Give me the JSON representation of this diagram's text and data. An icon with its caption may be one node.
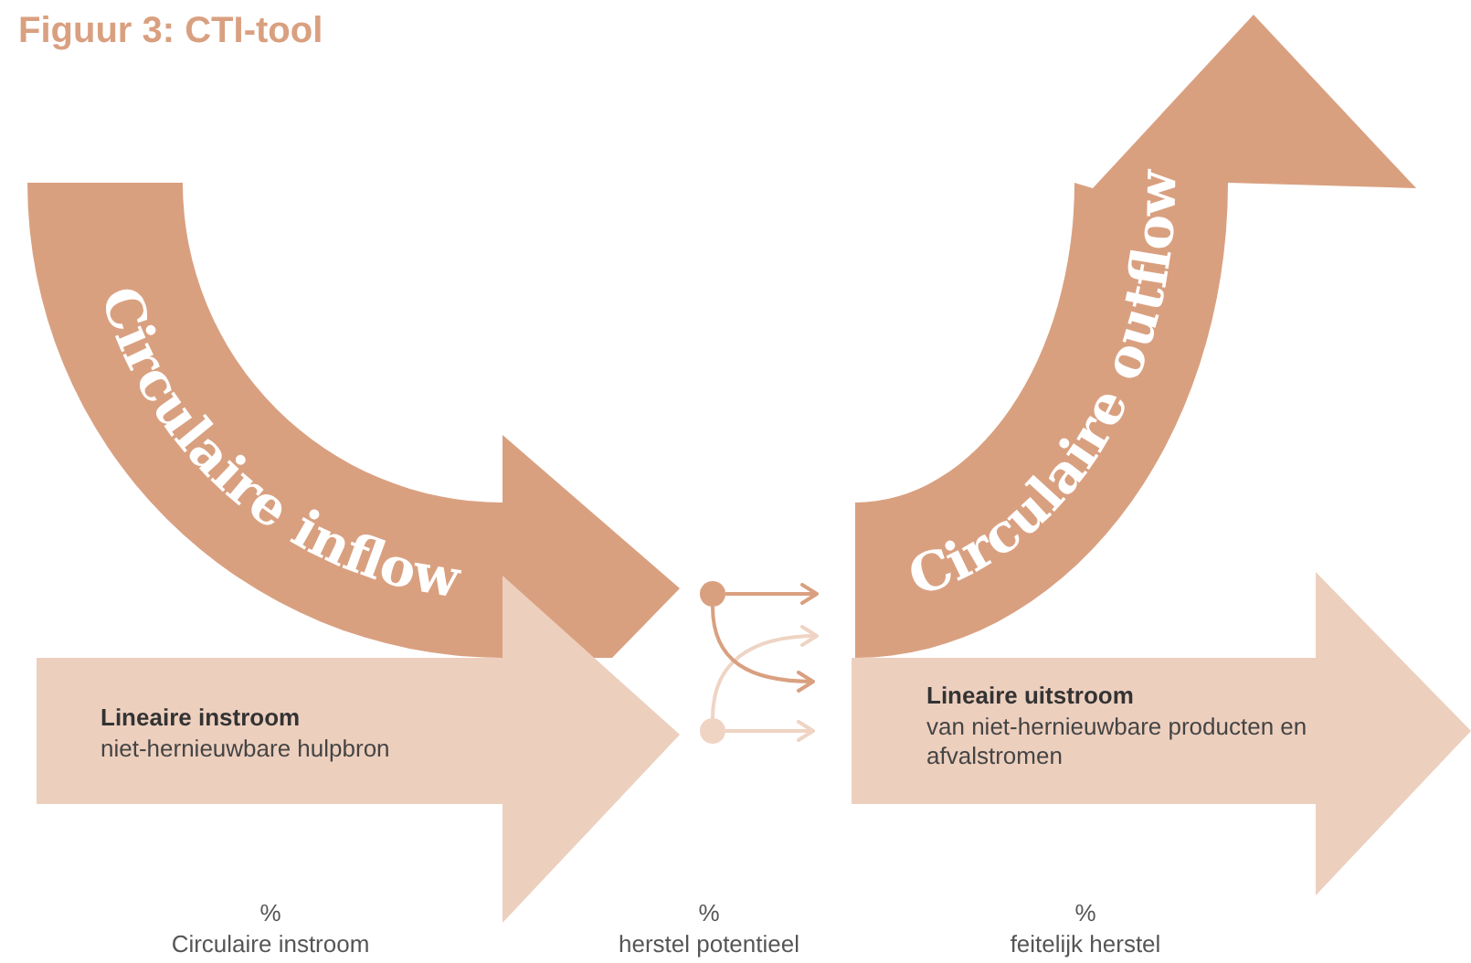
{
  "diagram": {
    "title": "Figuur 3: CTI-tool",
    "nodes": [
      {
        "text": [
          "Circulaire inflow"
        ]
      },
      {
        "text": [
          "Lineaire instroom",
          "niet-hernieuwbare hulpbron"
        ]
      },
      {
        "text": [
          "Circulaire outflow"
        ]
      },
      {
        "text": [
          "Lineaire uitstroom",
          "van niet-hernieuwbare producten en afvalstromen"
        ]
      },
      {
        "text": [],
        "shape": "circle"
      },
      {
        "text": [],
        "shape": "circle"
      }
    ],
    "edges": [
      {
        "from": 4,
        "to": 2,
        "arrow": "to"
      },
      {
        "from": 4,
        "to": 3,
        "arrow": "to"
      },
      {
        "from": 5,
        "to": 3,
        "arrow": "to",
        "color": "#efd4c4"
      },
      {
        "from": 5,
        "to": 2,
        "arrow": "to",
        "color": "#efd4c4"
      }
    ],
    "labels": [
      "%",
      "Circulaire instroom",
      "%",
      "herstel potentieel",
      "%",
      "feitelijk herstel"
    ]
  }
}
